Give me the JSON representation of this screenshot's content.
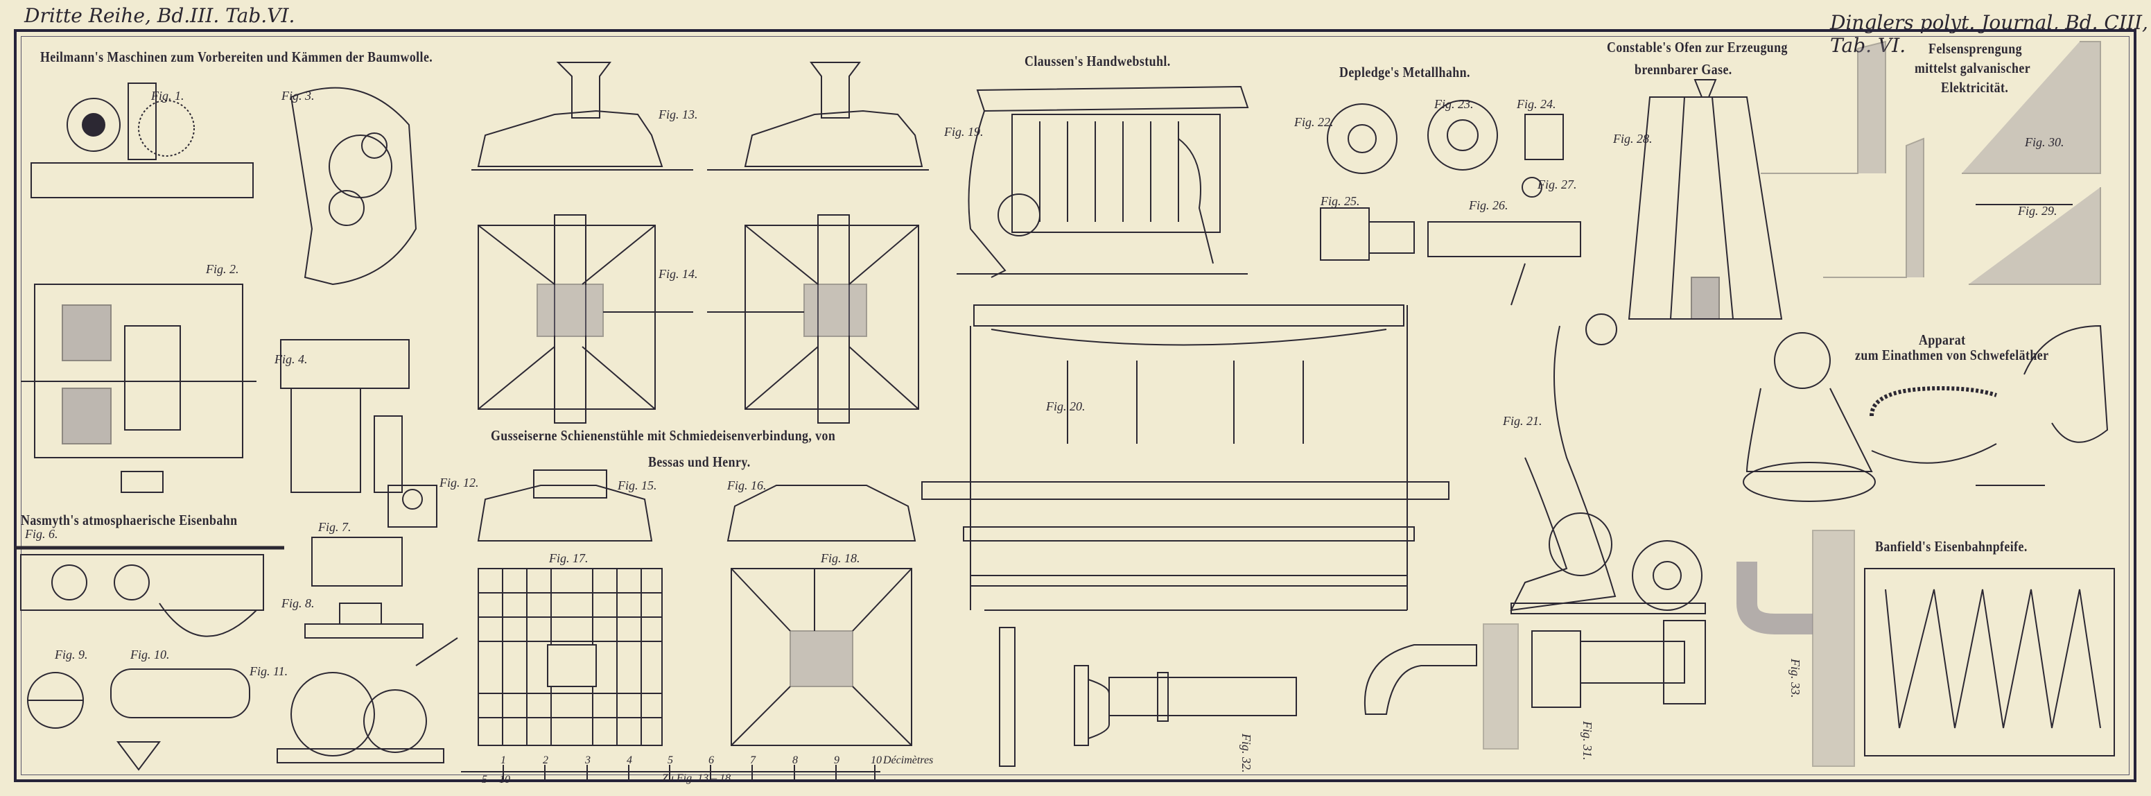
{
  "header": {
    "left": "Dritte Reihe, Bd.III. Tab.VI.",
    "right": "Dinglers polyt. Journal, Bd. CIII, Tab. VI."
  },
  "titles": {
    "heilmann": "Heilmann's Maschinen zum Vorbereiten und Kämmen der Baumwolle.",
    "nasmyth": "Nasmyth's atmosphaerische Eisenbahn",
    "gusseiserne_line1": "Gusseiserne Schienenstühle mit Schmiedeisenverbindung, von",
    "gusseiserne_line2": "Bessas und Henry.",
    "claussen": "Claussen's Handwebstuhl.",
    "depledge": "Depledge's Metallhahn.",
    "constable_line1": "Constable's Ofen zur Erzeugung",
    "constable_line2": "brennbarer Gase.",
    "felsen_line1": "Felsensprengung",
    "felsen_line2": "mittelst galvanischer",
    "felsen_line3": "Elektricität.",
    "apparat_line1": "Apparat",
    "apparat_line2": "zum Einathmen von Schwefeläther",
    "banfield": "Banfield's Eisenbahnpfeife."
  },
  "figures": [
    "Fig. 1.",
    "Fig. 2.",
    "Fig. 3.",
    "Fig. 4.",
    "Fig. 6.",
    "Fig. 7.",
    "Fig. 8.",
    "Fig. 9.",
    "Fig. 10.",
    "Fig. 11.",
    "Fig. 12.",
    "Fig. 13.",
    "Fig. 14.",
    "Fig. 15.",
    "Fig. 16.",
    "Fig. 17.",
    "Fig. 18.",
    "Fig. 19.",
    "Fig. 20.",
    "Fig. 21.",
    "Fig. 22.",
    "Fig. 23.",
    "Fig. 24.",
    "Fig. 25.",
    "Fig. 26.",
    "Fig. 27.",
    "Fig. 28.",
    "Fig. 29.",
    "Fig. 30.",
    "Fig. 31.",
    "Fig. 32.",
    "Fig. 33."
  ],
  "scale": {
    "ticks": [
      "1",
      "2",
      "3",
      "4",
      "5",
      "6",
      "7",
      "8",
      "9",
      "10"
    ],
    "sub_ticks": [
      "5",
      "10"
    ],
    "unit": "Décimètres",
    "caption": "Zu Fig. 13 – 18."
  },
  "colors": {
    "paper": "#f1ebd2",
    "ink": "#2a2630"
  }
}
